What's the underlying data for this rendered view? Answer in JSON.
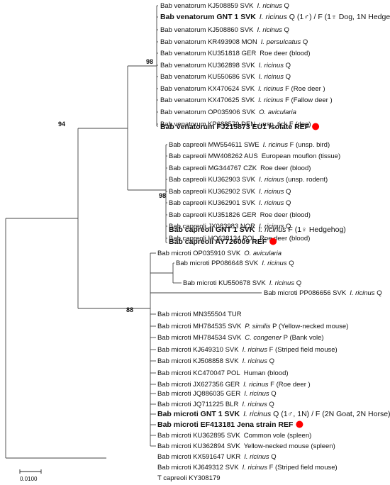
{
  "figure": {
    "support_values": [
      "98",
      "94",
      "98",
      "88"
    ],
    "scale_bar_label": "0.0100",
    "reference_marker_color": "#ff0000",
    "line_color": "#444444"
  },
  "taxa": [
    {
      "name": "Bab venatorum KJ508859 SVK",
      "bold": false,
      "note": [
        {
          "t": "I. ricinus",
          "i": true
        },
        {
          "t": " Q"
        }
      ]
    },
    {
      "name": "Bab venatorum GNT 1 SVK",
      "bold": true,
      "note": [
        {
          "t": "I. ricinus",
          "i": true
        },
        {
          "t": " Q (1♂) / F (1♀ Dog, 1N Hedgehog)"
        }
      ]
    },
    {
      "name": "Bab venatorum KJ508860 SVK",
      "bold": false,
      "note": [
        {
          "t": "I. ricinus",
          "i": true
        },
        {
          "t": " Q"
        }
      ]
    },
    {
      "name": "Bab venatorum KR493908 MON",
      "bold": false,
      "note": [
        {
          "t": "I. persulcatus",
          "i": true
        },
        {
          "t": " Q"
        }
      ]
    },
    {
      "name": "Bab venatorum KU351818 GER",
      "bold": false,
      "note": [
        {
          "t": "Roe deer (blood)"
        }
      ]
    },
    {
      "name": "Bab venatorum KU362898 SVK",
      "bold": false,
      "note": [
        {
          "t": "I. ricinus",
          "i": true
        },
        {
          "t": " Q"
        }
      ]
    },
    {
      "name": "Bab venatorum KU550686 SVK",
      "bold": false,
      "note": [
        {
          "t": "I. ricinus",
          "i": true
        },
        {
          "t": " Q"
        }
      ]
    },
    {
      "name": "Bab venatorum KX470624 SVK",
      "bold": false,
      "note": [
        {
          "t": "I. ricinus",
          "i": true
        },
        {
          "t": " F (Roe deer )"
        }
      ]
    },
    {
      "name": "Bab venatorum KX470625 SVK",
      "bold": false,
      "note": [
        {
          "t": "I. ricinus",
          "i": true
        },
        {
          "t": " F (Fallow deer )"
        }
      ]
    },
    {
      "name": "Bab venatorum OP035906 SVK",
      "bold": false,
      "note": [
        {
          "t": "O. avicularia",
          "i": true
        }
      ]
    },
    {
      "name": "Bab venatorum KP688579 DEN",
      "bold": false,
      "note": [
        {
          "t": "unsp. tick F (dog)"
        }
      ]
    },
    {
      "name": "Bab venatorum FJ215873 EU1 isolate REF",
      "bold": true,
      "ref": true,
      "note": []
    },
    {
      "name": "Bab capreoli MW554611 SWE",
      "bold": false,
      "note": [
        {
          "t": "I. ricinus",
          "i": true
        },
        {
          "t": " F (unsp. bird)"
        }
      ]
    },
    {
      "name": "Bab capreoli MW408262 AUS",
      "bold": false,
      "note": [
        {
          "t": "European mouflon (tissue)"
        }
      ]
    },
    {
      "name": "Bab capreoli MG344767 CZK",
      "bold": false,
      "note": [
        {
          "t": "Roe deer  (blood)"
        }
      ]
    },
    {
      "name": "Bab capreoli KU362903 SVK",
      "bold": false,
      "note": [
        {
          "t": "I. ricinus",
          "i": true
        },
        {
          "t": " (unsp. rodent)"
        }
      ]
    },
    {
      "name": "Bab capreoli KU362902 SVK",
      "bold": false,
      "note": [
        {
          "t": "I. ricinus",
          "i": true
        },
        {
          "t": " Q"
        }
      ]
    },
    {
      "name": "Bab capreoli KU362901 SVK",
      "bold": false,
      "note": [
        {
          "t": "I. ricinus",
          "i": true
        },
        {
          "t": " Q"
        }
      ]
    },
    {
      "name": "Bab capreoli KU351826 GER",
      "bold": false,
      "note": [
        {
          "t": "Roe deer  (blood)"
        }
      ]
    },
    {
      "name": "Bab capreoli JX083983 NOR",
      "bold": false,
      "note": [
        {
          "t": "I. ricinus",
          "i": true
        },
        {
          "t": " Q"
        }
      ]
    },
    {
      "name": "Bab capreoli HQ638134 POL",
      "bold": false,
      "note": [
        {
          "t": "Roe deer  (blood)"
        }
      ]
    },
    {
      "name": "Bab capreoli GNT 1 SVK",
      "bold": true,
      "note": [
        {
          "t": "I. ricinus",
          "i": true
        },
        {
          "t": " F (1♀ Hedgehog)"
        }
      ]
    },
    {
      "name": "Bab capreoli AY726009 REF",
      "bold": true,
      "ref": true,
      "note": []
    },
    {
      "name": "Bab microti OP035910 SVK",
      "bold": false,
      "note": [
        {
          "t": "O. avicularia",
          "i": true
        }
      ]
    },
    {
      "name": "Bab microti PP086648 SVK",
      "bold": false,
      "note": [
        {
          "t": "I. ricinus",
          "i": true
        },
        {
          "t": " Q"
        }
      ]
    },
    {
      "name": "Bab microti KU550678 SVK",
      "bold": false,
      "note": [
        {
          "t": "I. ricinus",
          "i": true
        },
        {
          "t": " Q"
        }
      ]
    },
    {
      "name": "Bab microti PP086656 SVK",
      "bold": false,
      "note": [
        {
          "t": "I. ricinus",
          "i": true
        },
        {
          "t": " Q"
        }
      ]
    },
    {
      "name": "Bab microti MN355504 TUR",
      "bold": false,
      "note": []
    },
    {
      "name": "Bab microti MH784535 SVK",
      "bold": false,
      "note": [
        {
          "t": "P. similis",
          "i": true
        },
        {
          "t": " P (Yellow-necked mouse)"
        }
      ]
    },
    {
      "name": "Bab microti MH784534 SVK",
      "bold": false,
      "note": [
        {
          "t": "C. congener",
          "i": true
        },
        {
          "t": " P (Bank vole)"
        }
      ]
    },
    {
      "name": "Bab microti KJ649310 SVK",
      "bold": false,
      "note": [
        {
          "t": "I. ricinus",
          "i": true
        },
        {
          "t": " F (Striped field mouse)"
        }
      ]
    },
    {
      "name": "Bab microti KJ508858 SVK",
      "bold": false,
      "note": [
        {
          "t": "I. ricinus",
          "i": true
        },
        {
          "t": " Q"
        }
      ]
    },
    {
      "name": "Bab microti KC470047 POL",
      "bold": false,
      "note": [
        {
          "t": "Human (blood)"
        }
      ]
    },
    {
      "name": "Bab microti JX627356 GER",
      "bold": false,
      "note": [
        {
          "t": "I. ricinus",
          "i": true
        },
        {
          "t": " F (Roe deer )"
        }
      ]
    },
    {
      "name": "Bab microti JQ886035 GER",
      "bold": false,
      "note": [
        {
          "t": "I. ricinus",
          "i": true
        },
        {
          "t": " Q"
        }
      ]
    },
    {
      "name": "Bab microti JQ711225 BLR",
      "bold": false,
      "note": [
        {
          "t": "I. ricinus",
          "i": true
        },
        {
          "t": " Q"
        }
      ]
    },
    {
      "name": "Bab microti GNT 1 SVK",
      "bold": true,
      "note": [
        {
          "t": "I. ricinus",
          "i": true
        },
        {
          "t": " Q (1♂, 1N) / F (2N Goat, 2N Horse)"
        }
      ]
    },
    {
      "name": "Bab microti EF413181 Jena strain REF",
      "bold": true,
      "ref": true,
      "note": []
    },
    {
      "name": "Bab microti KU362895 SVK",
      "bold": false,
      "note": [
        {
          "t": "Common vole (spleen)"
        }
      ]
    },
    {
      "name": "Bab microti KU362894 SVK",
      "bold": false,
      "note": [
        {
          "t": "Yellow-necked mouse (spleen)"
        }
      ]
    },
    {
      "name": "Bab microti KX591647 UKR",
      "bold": false,
      "note": [
        {
          "t": "I. ricinus",
          "i": true
        },
        {
          "t": " Q"
        }
      ]
    },
    {
      "name": "Bab microti KJ649312 SVK",
      "bold": false,
      "note": [
        {
          "t": "I. ricinus",
          "i": true
        },
        {
          "t": " F (Striped field mouse)"
        }
      ]
    },
    {
      "name": "T capreoli KY308179",
      "bold": false,
      "note": []
    }
  ]
}
